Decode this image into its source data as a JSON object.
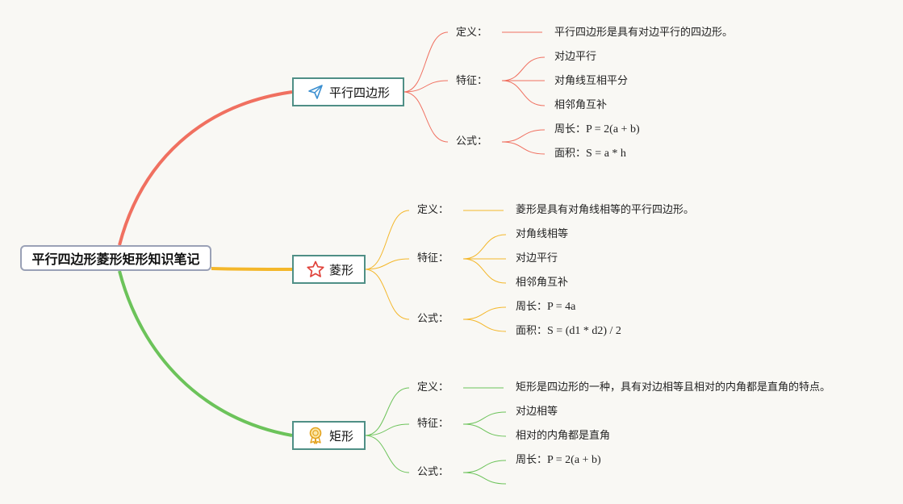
{
  "root": {
    "title": "平行四边形菱形矩形知识笔记"
  },
  "colors": {
    "parallelogram": "#f07060",
    "rhombus": "#f4b72a",
    "rectangle": "#6cc35a",
    "topic_border": "#4f8f86",
    "root_border": "#9aa1b6"
  },
  "topics": [
    {
      "title": "平行四边形",
      "icon": "paper-plane-icon",
      "definition_label": "定义：",
      "definition": "平行四边形是具有对边平行的四边形。",
      "features_label": "特征：",
      "features": [
        "对边平行",
        "对角线互相平分",
        "相邻角互补"
      ],
      "formula_label": "公式：",
      "formulas": [
        {
          "label": "周长：",
          "value": "P = 2(a + b)"
        },
        {
          "label": "面积：",
          "value": "S = a * h"
        }
      ]
    },
    {
      "title": "菱形",
      "icon": "star-icon",
      "definition_label": "定义：",
      "definition": "菱形是具有对角线相等的平行四边形。",
      "features_label": "特征：",
      "features": [
        "对角线相等",
        "对边平行",
        "相邻角互补"
      ],
      "formula_label": "公式：",
      "formulas": [
        {
          "label": "周长：",
          "value": "P = 4a"
        },
        {
          "label": "面积：",
          "value": "S = (d1 * d2) / 2"
        }
      ]
    },
    {
      "title": "矩形",
      "icon": "award-ribbon-icon",
      "definition_label": "定义：",
      "definition": "矩形是四边形的一种，具有对边相等且相对的内角都是直角的特点。",
      "features_label": "特征：",
      "features": [
        "对边相等",
        "相对的内角都是直角"
      ],
      "formula_label": "公式：",
      "formulas": [
        {
          "label": "周长：",
          "value": "P = 2(a + b)"
        }
      ]
    }
  ]
}
